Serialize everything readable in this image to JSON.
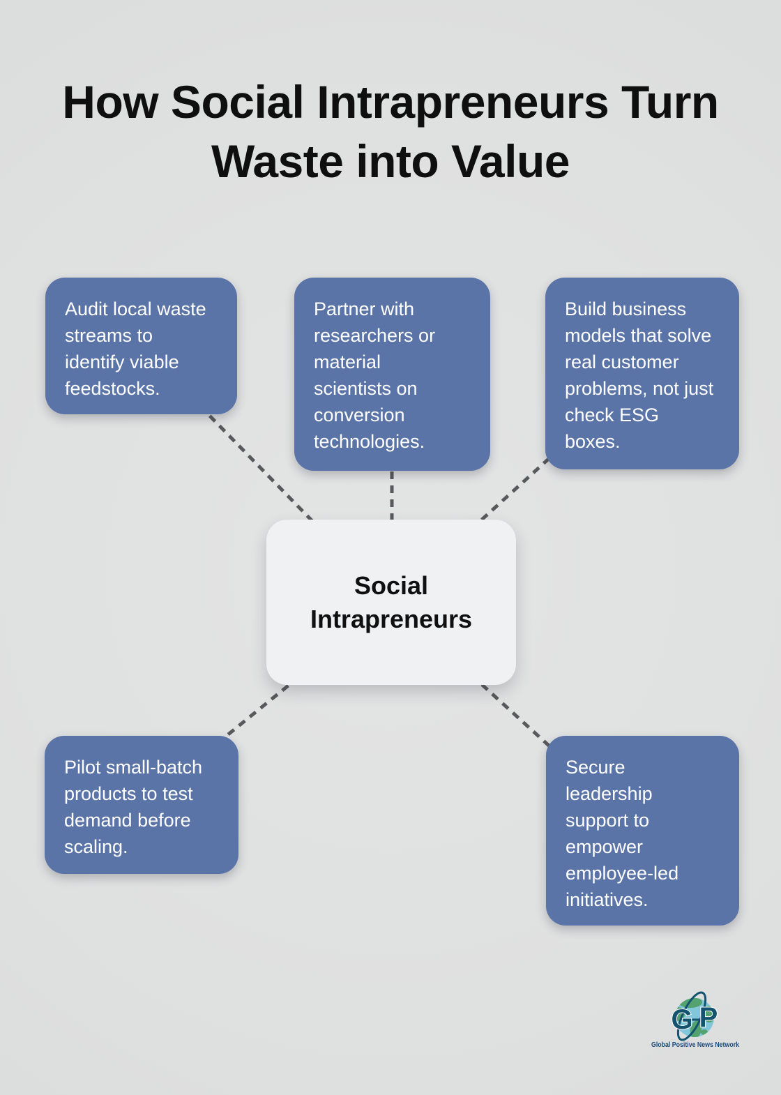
{
  "title": "How Social Intrapreneurs Turn Waste into Value",
  "center": {
    "label": "Social Intrapreneurs"
  },
  "nodes": [
    {
      "id": "audit-waste",
      "text": "Audit local waste streams to identify viable feedstocks."
    },
    {
      "id": "partner-researchers",
      "text": "Partner with researchers or material scientists on conversion technologies."
    },
    {
      "id": "build-models",
      "text": "Build business models that solve real customer problems, not just check ESG boxes."
    },
    {
      "id": "pilot-products",
      "text": "Pilot small-batch products to test demand before scaling."
    },
    {
      "id": "secure-support",
      "text": "Secure leadership support to empower employee-led initiatives."
    }
  ],
  "logo": {
    "letter_g": "G",
    "letter_p": "P",
    "caption": "Global Positive News Network"
  },
  "colors": {
    "background": "#E0E1E1",
    "node_fill": "#5B74A8",
    "node_text": "#FFFFFF",
    "center_fill": "#EFF1F2",
    "title_text": "#0F0F0F",
    "connector": "#58595A",
    "logo_navy": "#14536F",
    "logo_caption_text": "#1C4A7D",
    "globe_ocean": "#82C7D9",
    "globe_land": "#4F9E63"
  }
}
